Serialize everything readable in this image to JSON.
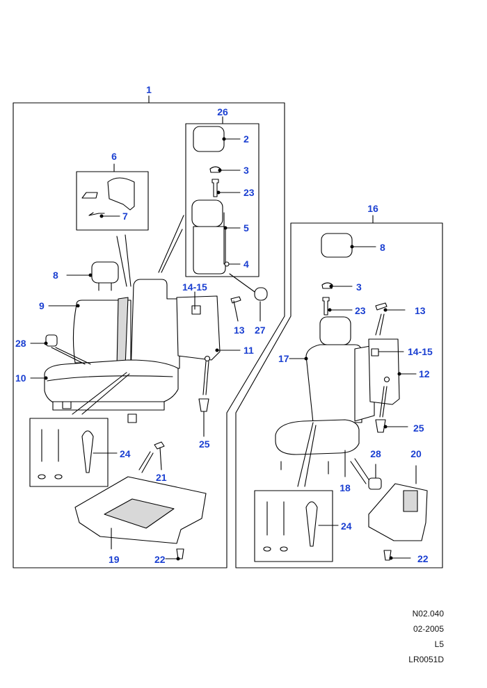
{
  "colors": {
    "callout_text": "#1a3fd1",
    "line": "#000000",
    "fill": "#ffffff",
    "shade": "#d8d8d8"
  },
  "callouts": {
    "c1": "1",
    "c26": "26",
    "c2": "2",
    "c3": "3",
    "c23": "23",
    "c5": "5",
    "c4": "4",
    "c6": "6",
    "c7": "7",
    "c8": "8",
    "c9": "9",
    "c1415": "14-15",
    "c13": "13",
    "c27": "27",
    "c11": "11",
    "c28": "28",
    "c10": "10",
    "c24": "24",
    "c21": "21",
    "c25": "25",
    "c19": "19",
    "c22": "22",
    "r16": "16",
    "r8": "8",
    "r3": "3",
    "r23": "23",
    "r13": "13",
    "r1415": "14-15",
    "r17": "17",
    "r12": "12",
    "r25": "25",
    "r28": "28",
    "r20": "20",
    "r18": "18",
    "r24": "24",
    "r22": "22"
  },
  "footer": {
    "line1": "N02.040",
    "line2": "02-2005",
    "line3": "L5",
    "line4": "LR0051D"
  }
}
